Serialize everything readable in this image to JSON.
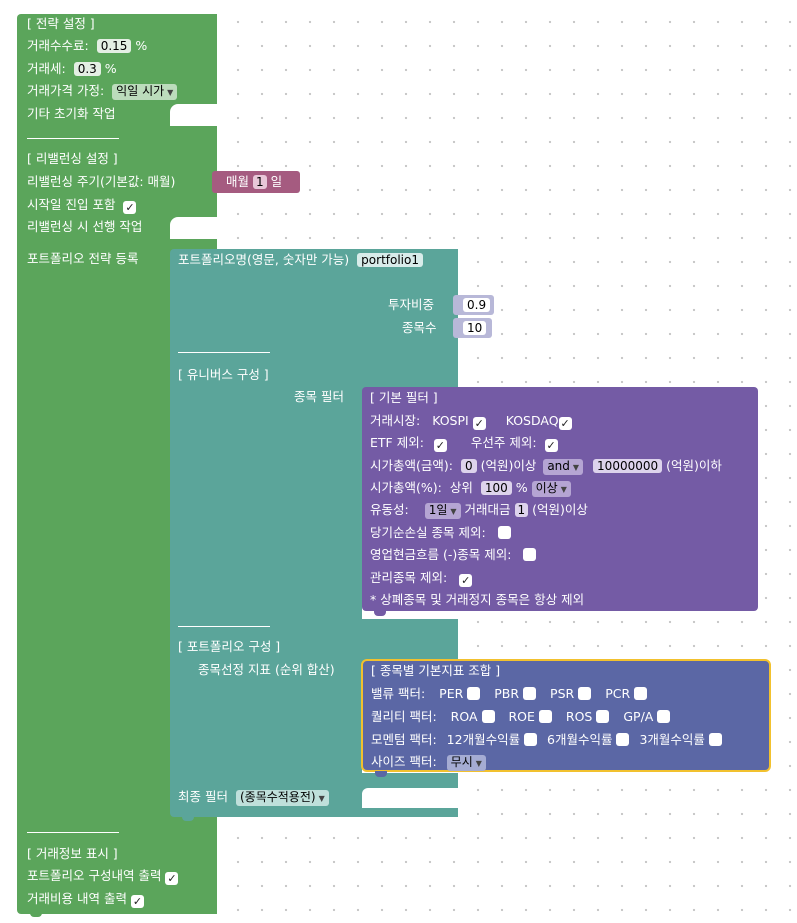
{
  "strategy": {
    "header": "[ 전략 설정 ]",
    "fee_label": "거래수수료:",
    "fee_value": "0.15",
    "tax_label": "거래세:",
    "tax_value": "0.3",
    "percent": "%",
    "price_label": "거래가격 가정:",
    "price_value": "익일 시가",
    "misc_init_label": "기타 초기화 작업"
  },
  "rebalance": {
    "header": "[ 리밸런싱 설정 ]",
    "period_label": "리밸런싱 주기(기본값: 매월)",
    "period_prefix": "매월",
    "period_value": "1",
    "period_suffix": "일",
    "include_start_label": "시작일 진입 포함",
    "include_start_checked": true,
    "pre_task_label": "리밸런싱 시 선행 작업"
  },
  "portfolio_register": {
    "label": "포트폴리오 전략 등록",
    "name_label": "포트폴리오명(영문, 숫자만 가능)",
    "name_value": "portfolio1",
    "weight_label": "투자비중",
    "weight_value": "0.9",
    "count_label": "종목수",
    "count_value": "10"
  },
  "universe": {
    "header": "[ 유니버스 구성 ]",
    "filter_label": "종목 필터"
  },
  "basic_filter": {
    "header": "[ 기본 필터 ]",
    "market_label": "거래시장:",
    "kospi_label": "KOSPI",
    "kospi_checked": true,
    "kosdaq_label": "KOSDAQ",
    "kosdaq_checked": true,
    "etf_label": "ETF 제외:",
    "etf_checked": true,
    "pref_label": "우선주 제외:",
    "pref_checked": true,
    "mcap_amount_label": "시가총액(금액):",
    "mcap_min": "0",
    "unit_above": "(억원)이상",
    "mcap_join": "and",
    "mcap_max": "10000000",
    "unit_below": "(억원)이하",
    "mcap_pct_label": "시가총액(%):",
    "mcap_pct_prefix": "상위",
    "mcap_pct_value": "100",
    "percent": "%",
    "mcap_pct_mode": "이상",
    "liquidity_label": "유동성:",
    "liquidity_period": "1일",
    "trade_amount_label": "거래대금",
    "trade_amount_value": "1",
    "trade_amount_unit": "(억원)이상",
    "net_loss_label": "당기순손실 종목 제외:",
    "net_loss_checked": false,
    "cashflow_label": "영업현금흐름 (-)종목 제외:",
    "cashflow_checked": false,
    "managed_label": "관리종목 제외:",
    "managed_checked": true,
    "note": "* 상폐종목 및 거래정지 종목은 항상 제외"
  },
  "portfolio": {
    "header": "[ 포트폴리오 구성 ]",
    "indicator_label": "종목선정 지표 (순위 합산)",
    "final_filter_label": "최종 필터",
    "final_filter_value": "(종목수적용전)"
  },
  "factors": {
    "header": "[ 종목별 기본지표 조합 ]",
    "value_label": "밸류 팩터:",
    "value_items": [
      "PER",
      "PBR",
      "PSR",
      "PCR"
    ],
    "quality_label": "퀄리티 팩터:",
    "quality_items": [
      "ROA",
      "ROE",
      "ROS",
      "GP/A"
    ],
    "momentum_label": "모멘텀 팩터:",
    "momentum_items": [
      "12개월수익률",
      "6개월수익률",
      "3개월수익률"
    ],
    "size_label": "사이즈 팩터:",
    "size_value": "무시"
  },
  "trade_info": {
    "header": "[ 거래정보 표시 ]",
    "portfolio_output_label": "포트폴리오 구성내역 출력",
    "portfolio_output_checked": true,
    "cost_output_label": "거래비용 내역 출력",
    "cost_output_checked": true
  },
  "colors": {
    "settings_block": "#5ba55b",
    "portfolio_block": "#5ba59a",
    "filter_block": "#745ba5",
    "factor_block": "#5b67a5",
    "rebalance_value_block": "#a55b80",
    "selected_outline": "#f2c12e"
  },
  "icons": {
    "check": "✓",
    "dropdown": "▼"
  }
}
